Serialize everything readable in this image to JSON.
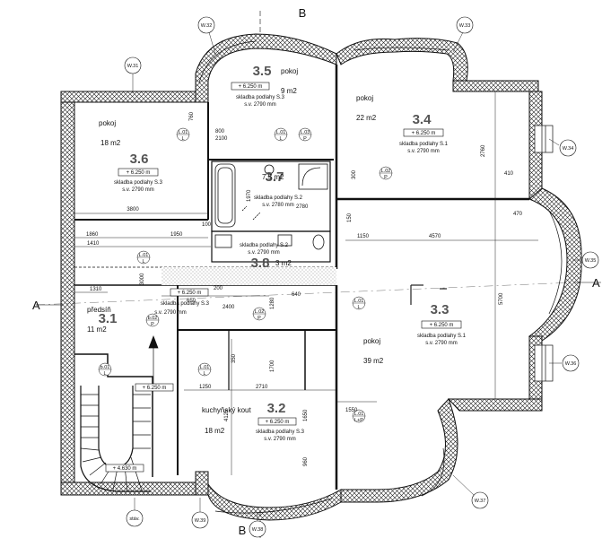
{
  "rooms": [
    {
      "num": "3.6",
      "name": "pokoj",
      "area": "18 m2",
      "elev": "+ 6.250 m",
      "spec": "skladba podlahy S.3",
      "sv": "s.v. 2790 mm"
    },
    {
      "num": "3.5",
      "name": "pokoj",
      "area": "9 m2",
      "elev": "+ 6.250 m",
      "spec": "skladba podlahy S.3",
      "sv": "s.v. 2790 mm"
    },
    {
      "num": "3.4",
      "name": "pokoj",
      "area": "22 m2",
      "elev": "+ 6.250 m",
      "spec": "skladba podlahy S.1",
      "sv": "s.v. 2790 mm"
    },
    {
      "num": "3.7",
      "name": "",
      "area": "7,5 m2",
      "elev": "",
      "spec": "skladba podlahy S.2",
      "sv": "s.v. 2780 mm"
    },
    {
      "num": "3.8",
      "name": "",
      "area": "3 m2",
      "elev": "",
      "spec": "skladba podlahy S.2",
      "sv": "s.v. 2790 mm"
    },
    {
      "num": "3.1",
      "name": "předsíň",
      "area": "11 m2",
      "elev": "+ 6.250 m",
      "spec": "skladba podlahy S.3",
      "sv": "s.v. 2790 mm"
    },
    {
      "num": "3.3",
      "name": "pokoj",
      "area": "39 m2",
      "elev": "+ 6.250 m",
      "spec": "skladba podlahy S.1",
      "sv": "s.v. 2790 mm"
    },
    {
      "num": "3.2",
      "name": "kuchyňský kout",
      "area": "18 m2",
      "elev": "+ 6.250 m",
      "spec": "skladba podlahy S.3",
      "sv": "s.v. 2790 mm"
    }
  ],
  "windows": [
    "W.31",
    "W.32",
    "W.33",
    "W.34",
    "W.35",
    "W.36",
    "W.37",
    "W.38",
    "W.39",
    "stáv."
  ],
  "stair_elevs": [
    "+ 6.250 m",
    "+ 4.630 m"
  ],
  "section_marks": {
    "a": "A",
    "b": "B"
  },
  "doors": [
    {
      "tag": "L.01",
      "side": "L"
    },
    {
      "tag": "L.01",
      "side": "L"
    },
    {
      "tag": "L.03",
      "side": "P"
    },
    {
      "tag": "L.02",
      "side": "P"
    },
    {
      "tag": "L.01",
      "side": "L"
    },
    {
      "tag": "L.02",
      "side": "P"
    },
    {
      "tag": "L.01",
      "side": "L"
    },
    {
      "tag": "L.01",
      "side": "L"
    },
    {
      "tag": "b.01",
      "side": "L"
    },
    {
      "tag": "b.02",
      "side": "P"
    },
    {
      "tag": "L.01",
      "side": "L+P"
    }
  ],
  "dims": [
    "800",
    "2100",
    "3800",
    "1860",
    "1950",
    "1410",
    "1310",
    "1150",
    "4570",
    "2760",
    "5700",
    "1250",
    "2710",
    "1550",
    "650",
    "200",
    "2400",
    "1700",
    "1280",
    "640",
    "410",
    "470",
    "100",
    "150",
    "350",
    "960",
    "1650",
    "4125",
    "1970",
    "2780",
    "300",
    "760",
    "3000"
  ]
}
